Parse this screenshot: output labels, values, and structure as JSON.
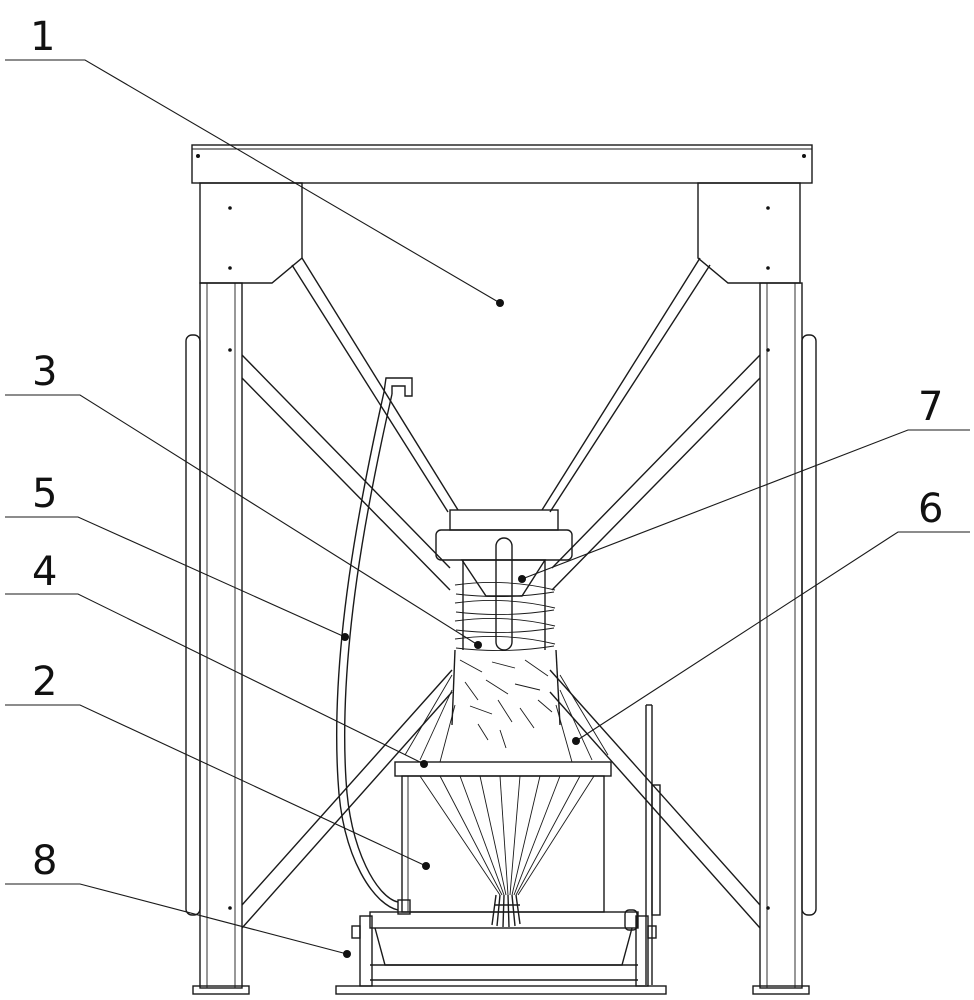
{
  "labels": {
    "l1": "1",
    "l2": "2",
    "l3": "3",
    "l4": "4",
    "l5": "5",
    "l6": "6",
    "l7": "7",
    "l8": "8"
  },
  "colors": {
    "line": "#1a1a1a",
    "background": "#ffffff"
  }
}
